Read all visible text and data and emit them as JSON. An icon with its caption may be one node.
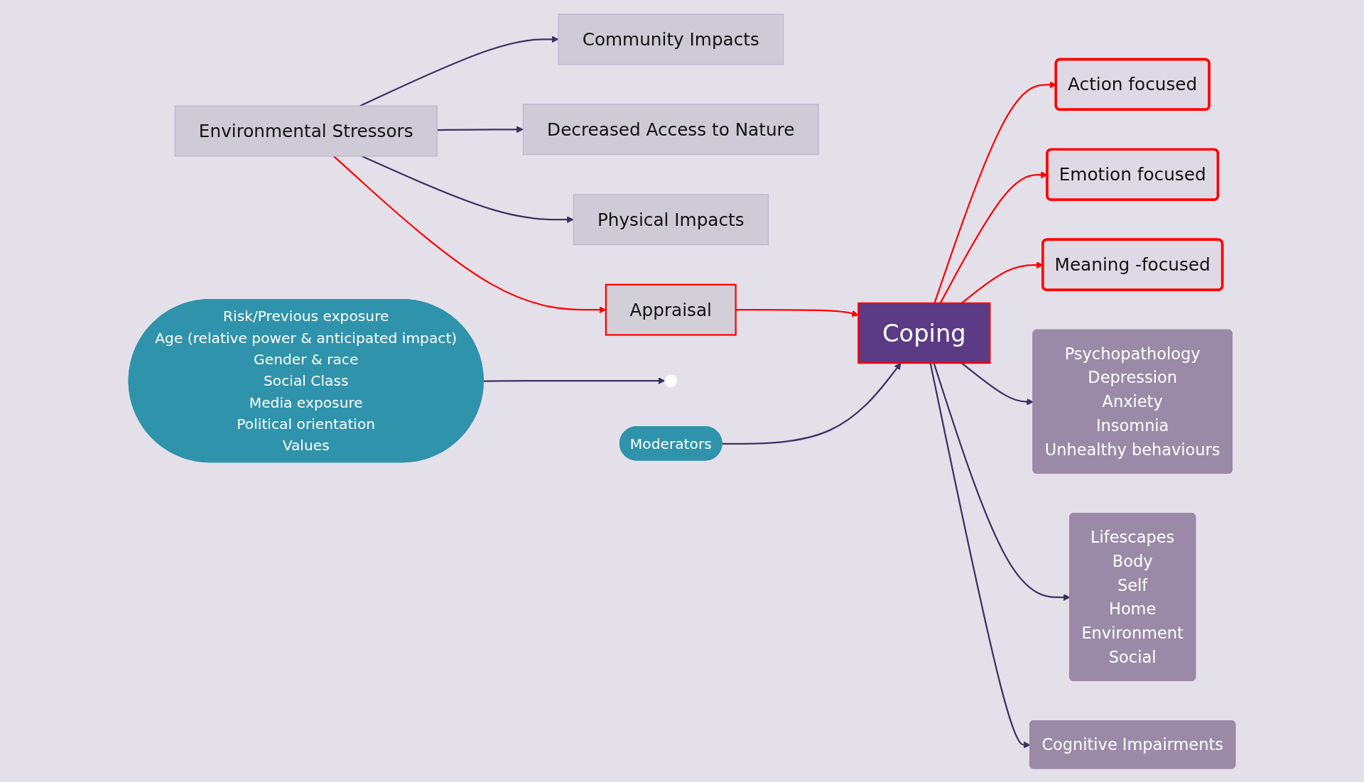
{
  "diagram": {
    "nodes": [
      {
        "text": [
          "Environmental Stressors"
        ]
      },
      {
        "text": [
          "Community Impacts"
        ]
      },
      {
        "text": [
          "Decreased Access to Nature"
        ]
      },
      {
        "text": [
          "Physical Impacts"
        ]
      },
      {
        "text": [
          "Appraisal"
        ]
      },
      {
        "text": [],
        "shape": "circle"
      },
      {
        "text": [
          "Risk/Previous exposure",
          "Age (relative power & anticipated impact)",
          "Gender & race",
          "Social Class",
          "Media exposure",
          "Political orientation",
          "Values"
        ]
      },
      {
        "text": [
          "Moderators"
        ]
      },
      {
        "text": [
          "Coping"
        ]
      },
      {
        "text": [
          "Action focused"
        ]
      },
      {
        "text": [
          "Emotion focused"
        ]
      },
      {
        "text": [
          "Meaning -focused"
        ]
      },
      {
        "text": [
          "Psychopathology",
          "Depression",
          "Anxiety",
          "Insomnia",
          "Unhealthy behaviours"
        ]
      },
      {
        "text": [
          "Lifescapes",
          "Body",
          "Self",
          "Home",
          "Environment",
          "Social"
        ]
      },
      {
        "text": [
          "Cognitive Impairments"
        ]
      }
    ],
    "edges": [
      {
        "from": 0,
        "to": 1,
        "arrow": "to"
      },
      {
        "from": 0,
        "to": 2,
        "arrow": "to"
      },
      {
        "from": 0,
        "to": 3,
        "arrow": "to"
      },
      {
        "from": 0,
        "to": 4,
        "arrow": "to",
        "color": "#ff0000"
      },
      {
        "from": 6,
        "to": 5,
        "arrow": "to"
      },
      {
        "from": 4,
        "to": 8,
        "arrow": "to",
        "color": "#ff0000"
      },
      {
        "from": 7,
        "to": 8,
        "arrow": "to"
      },
      {
        "from": 8,
        "to": 9,
        "arrow": "to",
        "color": "#ff0000"
      },
      {
        "from": 8,
        "to": 10,
        "arrow": "to",
        "color": "#ff0000"
      },
      {
        "from": 8,
        "to": 11,
        "arrow": "to",
        "color": "#ff0000"
      },
      {
        "from": 8,
        "to": 12,
        "arrow": "to"
      },
      {
        "from": 8,
        "to": 13,
        "arrow": "to"
      },
      {
        "from": 8,
        "to": 14,
        "arrow": "to"
      }
    ]
  }
}
